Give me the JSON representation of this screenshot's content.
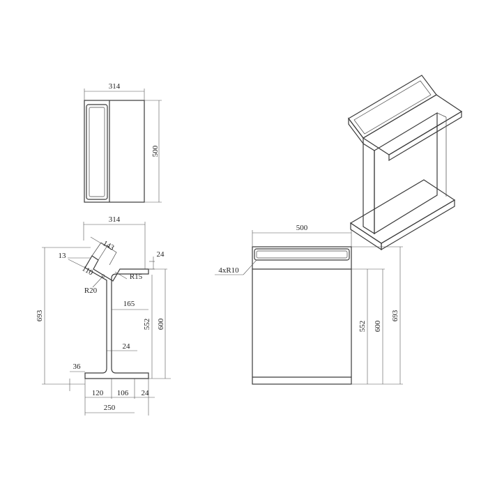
{
  "drawing": {
    "top_view": {
      "width_label": "314",
      "height_label": "500"
    },
    "side_view": {
      "top_width_label": "314",
      "lip_length_label": "143",
      "lip_thickness_label": "13",
      "lip_depth_label": "110",
      "top_plate_label": "24",
      "inner_radius_label": "R15",
      "outer_radius_label": "R20",
      "flange_width_label": "165",
      "web_thickness_label": "24",
      "foot_height_label": "36",
      "web_height_label": "552",
      "column_height_label": "600",
      "overall_height_label": "693",
      "foot_left_label": "120",
      "foot_mid_label": "106",
      "foot_thickness_label": "24",
      "base_width_label": "250"
    },
    "front_view": {
      "width_label": "500",
      "radius_label": "4xR10",
      "web_height_label": "552",
      "column_height_label": "600",
      "overall_height_label": "693"
    }
  }
}
